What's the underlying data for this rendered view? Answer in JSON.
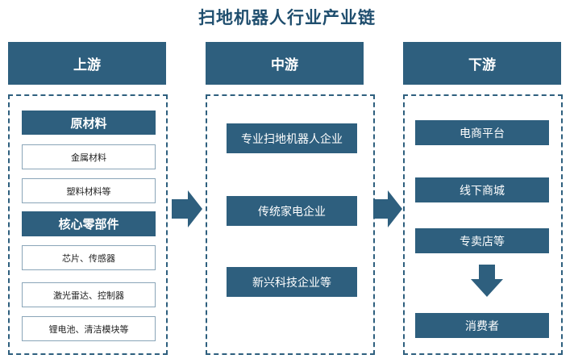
{
  "title": "扫地机器人行业产业链",
  "columns": {
    "upstream": "上游",
    "midstream": "中游",
    "downstream": "下游"
  },
  "upstream": {
    "raw_materials": {
      "header": "原材料",
      "items": [
        "金属材料",
        "塑料材料等"
      ]
    },
    "core_parts": {
      "header": "核心零部件",
      "items": [
        "芯片、传感器",
        "激光雷达、控制器",
        "锂电池、清洁模块等"
      ]
    }
  },
  "midstream": {
    "items": [
      "专业扫地机器人企业",
      "传统家电企业",
      "新兴科技企业等"
    ]
  },
  "downstream": {
    "channels": [
      "电商平台",
      "线下商城",
      "专卖店等"
    ],
    "consumer": "消费者"
  },
  "colors": {
    "primary": "#2e5f7e",
    "title": "#1f4e6e",
    "border": "#8aa5b8"
  }
}
